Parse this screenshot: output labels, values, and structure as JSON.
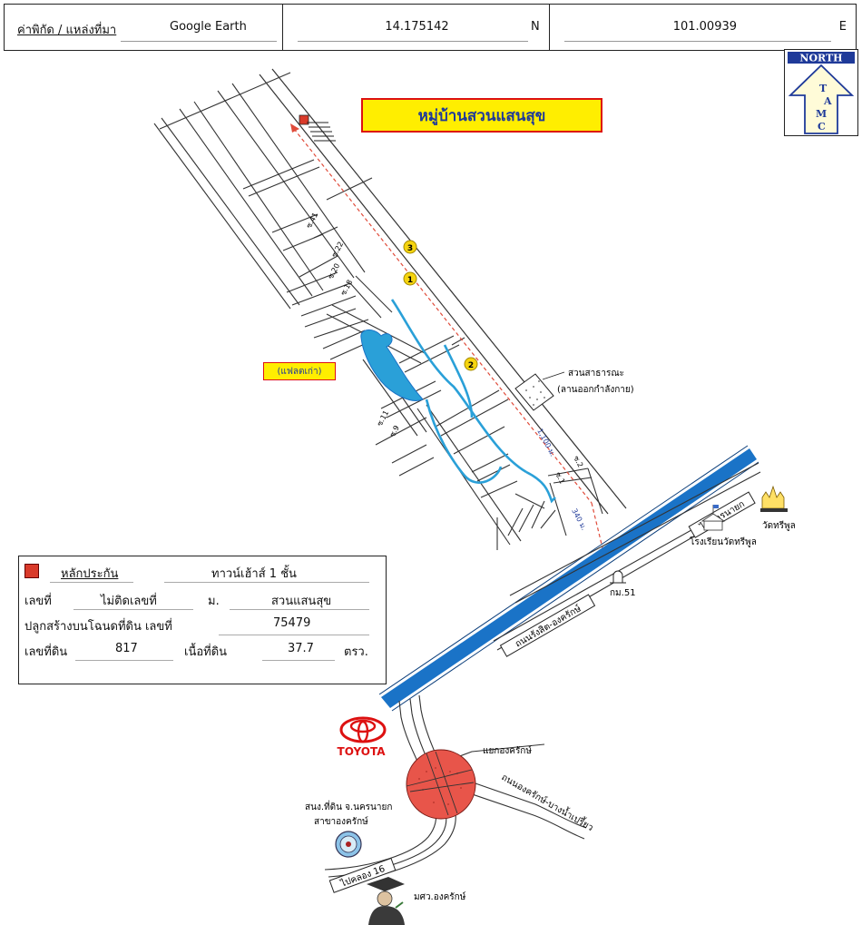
{
  "coordinates": {
    "label": "ค่าพิกัด / แหล่งที่มา",
    "source": "Google Earth",
    "latitude": "14.175142",
    "latitude_suffix": "N",
    "longitude": "101.00939",
    "longitude_suffix": "E"
  },
  "north_badge": {
    "north": "NORTH",
    "letters": [
      "T",
      "A",
      "M",
      "C"
    ]
  },
  "title": "หมู่บ้านสวนแสนสุข",
  "old_flat_label": "(แฟลตเก่า)",
  "sois": [
    "ซ.41",
    "ซ.22",
    "ซ.20",
    "ซ.18",
    "ซ.11",
    "ซ.9",
    "ซ.2",
    "ซ.1"
  ],
  "markers": [
    "1",
    "2",
    "3"
  ],
  "distances": [
    "1,100 ม.",
    "340 ม."
  ],
  "park": {
    "line1": "สวนสาธารณะ",
    "line2": "(ลานออกกำลังกาย)"
  },
  "roads": {
    "to_nakhon_nayok": "ไปนครนายก",
    "rangsit_ongkharak": "ถนนรังสิต-องครักษ์",
    "ongkharak_bang_nam_priao": "ถนนองครักษ์-บางน้ำเปรี้ยว",
    "to_khlong_16": "ไปคลอง 16"
  },
  "landmarks": {
    "wat": "วัดทรีพูล",
    "school": "โรงเรียนวัดทรีพูล",
    "km": "กม.51",
    "intersection": "แยกองครักษ์",
    "toyota": "TOYOTA",
    "land_office_line1": "สนง.ที่ดิน จ.นครนายก",
    "land_office_line2": "สาขาองครักษ์",
    "university": "มศว.องครักษ์"
  },
  "info_panel": {
    "collateral_label": "หลักประกัน",
    "collateral_type": "ทาวน์เฮ้าส์ 1 ชั้น",
    "house_no_label": "เลขที่",
    "house_no_value": "ไม่ติดเลขที่",
    "moo_label": "ม.",
    "moo_value": "สวนแสนสุข",
    "deed_label": "ปลูกสร้างบนโฉนดที่ดิน เลขที่",
    "deed_value": "75479",
    "land_no_label": "เลขที่ดิน",
    "land_no_value": "817",
    "area_label": "เนื้อที่ดิน",
    "area_value": "37.7",
    "area_unit": "ตรว."
  },
  "colors": {
    "canal": "#1a73c7",
    "pond": "#2aa0d8",
    "title_bg": "#ffee00",
    "title_border": "#dd1111",
    "title_text": "#1f3a99",
    "route": "#e04b3a",
    "intersection": "#e8554a",
    "marker": "#f5d40f"
  }
}
